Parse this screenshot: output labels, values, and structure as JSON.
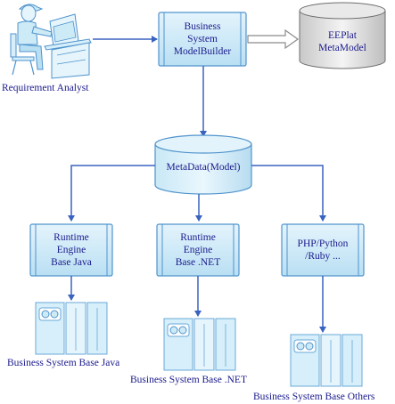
{
  "nodes": {
    "analyst": {
      "label": "Requirement Analyst"
    },
    "builder": {
      "label": "Business\nSystem\nModelBuilder"
    },
    "eeplat": {
      "label": "EEPlat\nMetaModel"
    },
    "metadata": {
      "label": "MetaData(Model)"
    },
    "java_engine": {
      "label": "Runtime\nEngine\nBase Java"
    },
    "net_engine": {
      "label": "Runtime\nEngine\nBase .NET"
    },
    "php_engine": {
      "label": "PHP/Python\n/Ruby ..."
    },
    "server_java": {
      "label": "Business System Base Java"
    },
    "server_net": {
      "label": "Business System Base .NET"
    },
    "server_others": {
      "label": "Business System Base Others"
    }
  },
  "colors": {
    "box_fill": "#cdeaf7",
    "box_stroke": "#4f93cc",
    "arrow": "#3a62c0",
    "text": "#1a1a8c",
    "server_fill": "#d6effa",
    "server_stroke": "#6aa8d8"
  }
}
